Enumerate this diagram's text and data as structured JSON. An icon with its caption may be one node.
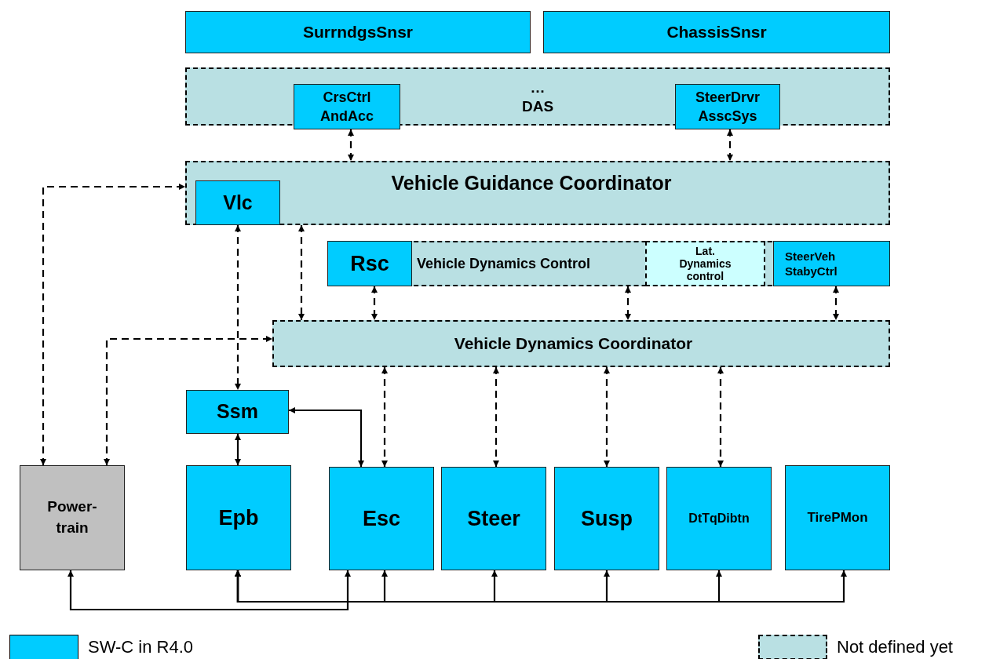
{
  "diagram": {
    "nodes": [
      {
        "text": [
          "SurrndgsSnsr"
        ]
      },
      {
        "text": [
          "ChassisSnsr"
        ]
      },
      {
        "text": [
          "…",
          "DAS"
        ]
      },
      {
        "text": [
          "CrsCtrl AndAcc"
        ],
        "in": 2
      },
      {
        "text": [
          "SteerDrvr AsscSys"
        ],
        "in": 2
      },
      {
        "text": [
          "Vehicle Guidance Coordinator"
        ]
      },
      {
        "text": [
          "Vlc"
        ],
        "in": 5
      },
      {
        "text": [
          "Vehicle Dynamics Control"
        ]
      },
      {
        "text": [
          "Rsc"
        ],
        "in": 7
      },
      {
        "text": [
          "Lat. Dynamics control"
        ],
        "in": 7
      },
      {
        "text": [
          "SteerVeh StabyCtrl"
        ],
        "in": 7
      },
      {
        "text": [
          "Vehicle Dynamics Coordinator"
        ]
      },
      {
        "text": [
          "Ssm"
        ]
      },
      {
        "text": [
          "Power- train"
        ]
      },
      {
        "text": [
          "Epb"
        ]
      },
      {
        "text": [
          "Esc"
        ]
      },
      {
        "text": [
          "Steer"
        ]
      },
      {
        "text": [
          "Susp"
        ]
      },
      {
        "text": [
          "DtTqDibtn"
        ]
      },
      {
        "text": [
          "TirePMon"
        ]
      }
    ],
    "edges": [
      {
        "from": 3,
        "to": 5,
        "arrow": "both",
        "style": "dashed"
      },
      {
        "from": 4,
        "to": 5,
        "arrow": "both",
        "style": "dashed"
      },
      {
        "from": 13,
        "to": 5,
        "arrow": "both",
        "style": "dashed"
      },
      {
        "from": 6,
        "to": 12,
        "arrow": "both",
        "style": "dashed"
      },
      {
        "from": 5,
        "to": 11,
        "arrow": "both",
        "style": "dashed"
      },
      {
        "from": 8,
        "to": 11,
        "arrow": "both",
        "style": "dashed"
      },
      {
        "from": 7,
        "to": 11,
        "arrow": "both",
        "style": "dashed"
      },
      {
        "from": 10,
        "to": 11,
        "arrow": "both",
        "style": "dashed"
      },
      {
        "from": 13,
        "to": 11,
        "arrow": "both",
        "style": "dashed"
      },
      {
        "from": 11,
        "to": 15,
        "arrow": "both",
        "style": "dashed"
      },
      {
        "from": 11,
        "to": 16,
        "arrow": "both",
        "style": "dashed"
      },
      {
        "from": 11,
        "to": 17,
        "arrow": "both",
        "style": "dashed"
      },
      {
        "from": 11,
        "to": 18,
        "arrow": "both",
        "style": "dashed"
      },
      {
        "from": 12,
        "to": 14,
        "arrow": "both"
      },
      {
        "from": 15,
        "to": 12,
        "arrow": "both"
      },
      {
        "from": 13,
        "to": 15,
        "arrow": "both"
      },
      {
        "from": 14,
        "to": 15,
        "arrow": "both"
      },
      {
        "from": 14,
        "to": 16,
        "arrow": "both"
      },
      {
        "from": 14,
        "to": 17,
        "arrow": "both"
      },
      {
        "from": 14,
        "to": 18,
        "arrow": "both"
      },
      {
        "from": 14,
        "to": 19,
        "arrow": "both"
      }
    ],
    "legend": [
      {
        "text": "SW-C in R4.0",
        "color": "#00ccff"
      },
      {
        "text": "Not defined yet",
        "color": "#b9e0e3"
      }
    ]
  }
}
